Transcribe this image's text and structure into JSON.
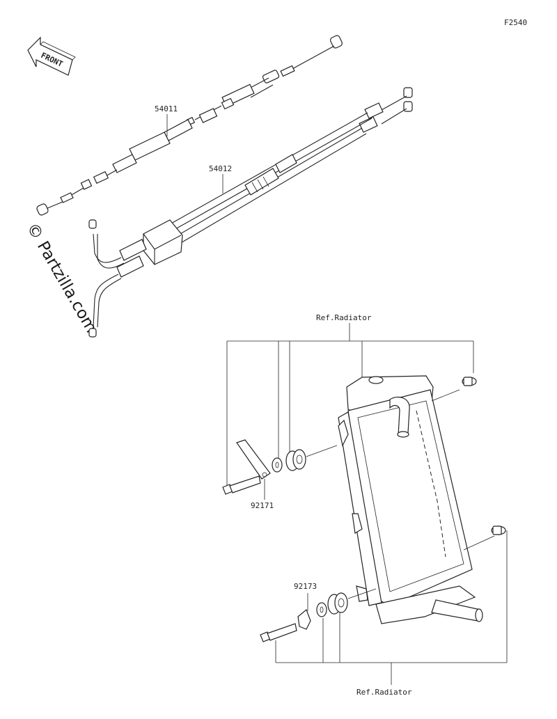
{
  "diagram": {
    "figure_code": "F2540",
    "front_label": "FRONT",
    "watermark": "© Partzilla.com",
    "labels": {
      "part_54011": "54011",
      "part_54012": "54012",
      "part_92171": "92171",
      "part_92173": "92173",
      "ref_radiator_top": "Ref.Radiator",
      "ref_radiator_bottom": "Ref.Radiator"
    }
  }
}
